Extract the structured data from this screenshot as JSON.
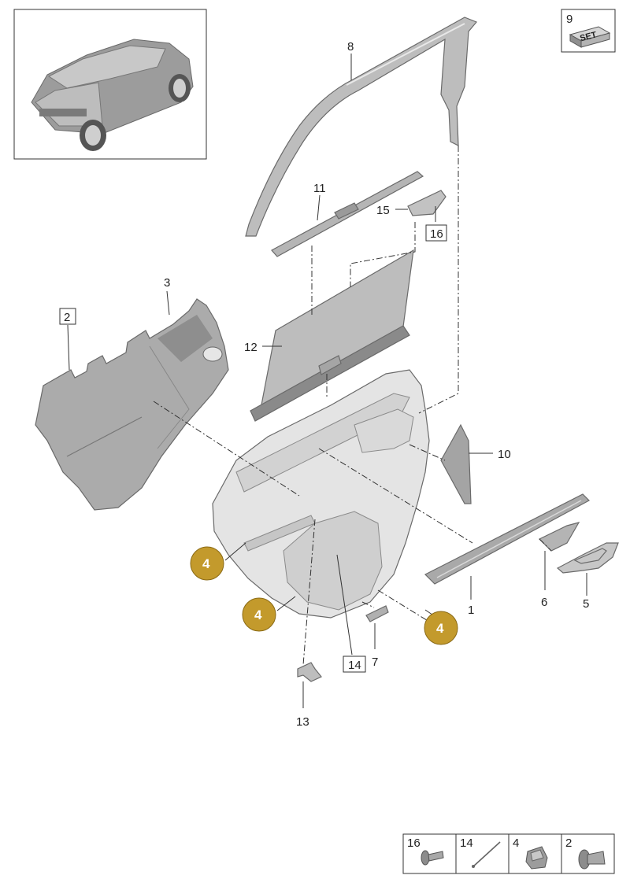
{
  "set_box": {
    "number": "9",
    "label": "SET"
  },
  "callouts": {
    "p1": "1",
    "p2": "2",
    "p3": "3",
    "p5": "5",
    "p6": "6",
    "p7": "7",
    "p8": "8",
    "p10": "10",
    "p11": "11",
    "p12": "12",
    "p13": "13",
    "p14": "14",
    "p15": "15",
    "p16": "16"
  },
  "badges": {
    "a": "4",
    "b": "4",
    "c": "4"
  },
  "fastener_legend": [
    {
      "number": "16",
      "icon": "screw-icon"
    },
    {
      "number": "14",
      "icon": "pin-icon"
    },
    {
      "number": "4",
      "icon": "clip-icon"
    },
    {
      "number": "2",
      "icon": "push-rivet-icon"
    }
  ],
  "colors": {
    "badge_fill": "#c39a2c",
    "part_fill": "#a9a9a9",
    "panel_fill": "#e4e4e4",
    "line": "#333333"
  }
}
